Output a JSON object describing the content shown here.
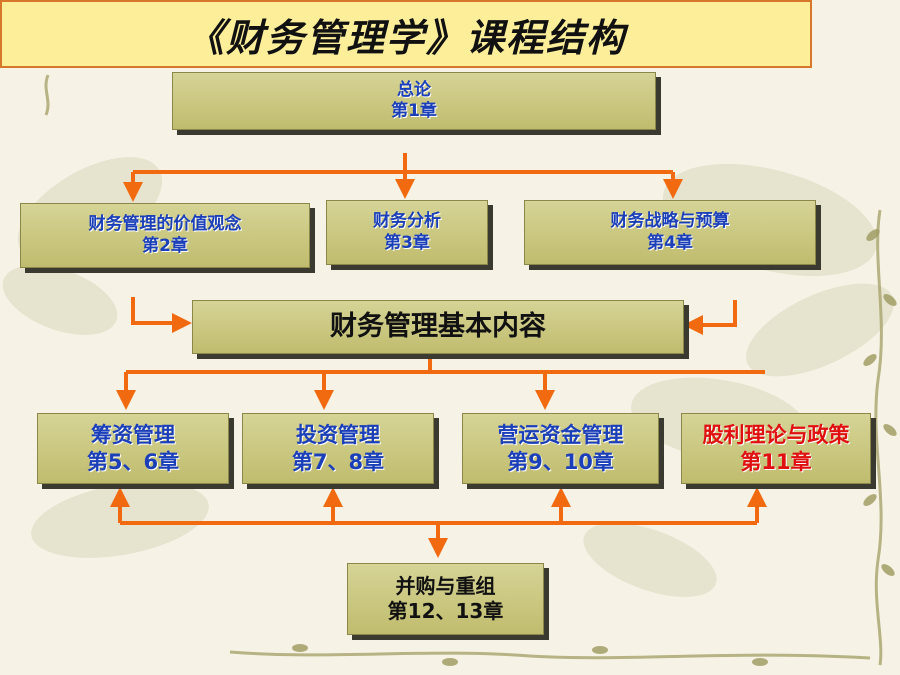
{
  "title": "《财务管理学》课程结构",
  "colors": {
    "arrow": "#f26a10",
    "box": "#c8c47e",
    "title_bg": "#fdee9a",
    "link_text": "#1a3fb8",
    "highlight_text": "#e01010"
  },
  "nodes": {
    "general": {
      "line1": "总论",
      "line2": "第1章"
    },
    "value": {
      "line1": "财务管理的价值观念",
      "line2": "第2章"
    },
    "analysis": {
      "line1": "财务分析",
      "line2": "第3章"
    },
    "strategy": {
      "line1": "财务战略与预算",
      "line2": "第4章"
    },
    "core": {
      "line1": "财务管理基本内容"
    },
    "financing": {
      "line1": "筹资管理",
      "line2": "第5、6章"
    },
    "investment": {
      "line1": "投资管理",
      "line2": "第7、8章"
    },
    "working_capital": {
      "line1": "营运资金管理",
      "line2": "第9、10章"
    },
    "dividend": {
      "line1": "股利理论与政策",
      "line2": "第11章"
    },
    "merger": {
      "line1": "并购与重组",
      "line2": "第12、13章"
    }
  }
}
